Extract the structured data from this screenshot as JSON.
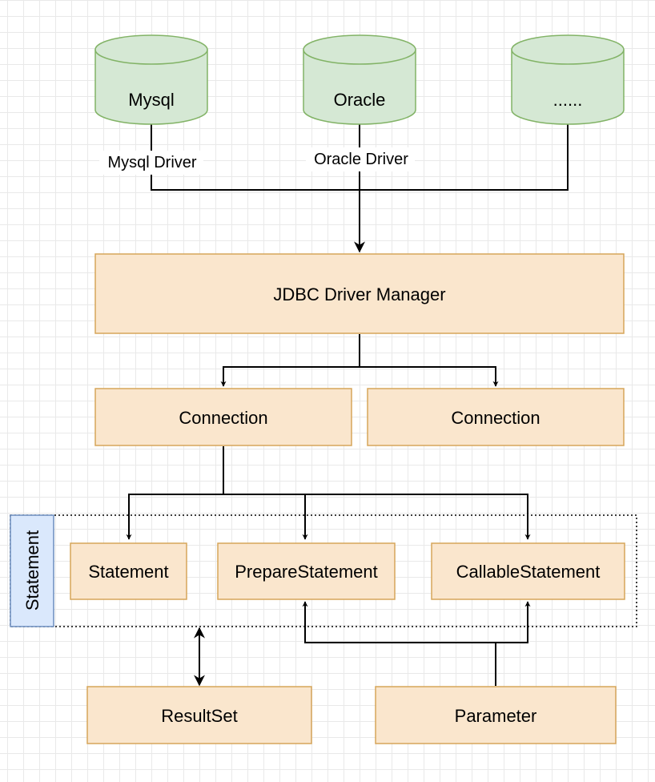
{
  "colors": {
    "database_fill": "#d5e8d4",
    "database_stroke": "#82b366",
    "box_fill": "#fae6cd",
    "box_stroke": "#d6a55a",
    "group_label_fill": "#dae8fc",
    "group_label_stroke": "#6c8ebf",
    "edge": "#000000"
  },
  "databases": {
    "mysql": "Mysql",
    "oracle": "Oracle",
    "other": "......"
  },
  "drivers": {
    "mysql": "Mysql Driver",
    "oracle": "Oracle Driver"
  },
  "driver_manager": "JDBC Driver Manager",
  "connections": [
    "Connection",
    "Connection"
  ],
  "statement_group": {
    "label": "Statement",
    "items": [
      "Statement",
      "PrepareStatement",
      "CallableStatement"
    ]
  },
  "result_set": "ResultSet",
  "parameter": "Parameter"
}
